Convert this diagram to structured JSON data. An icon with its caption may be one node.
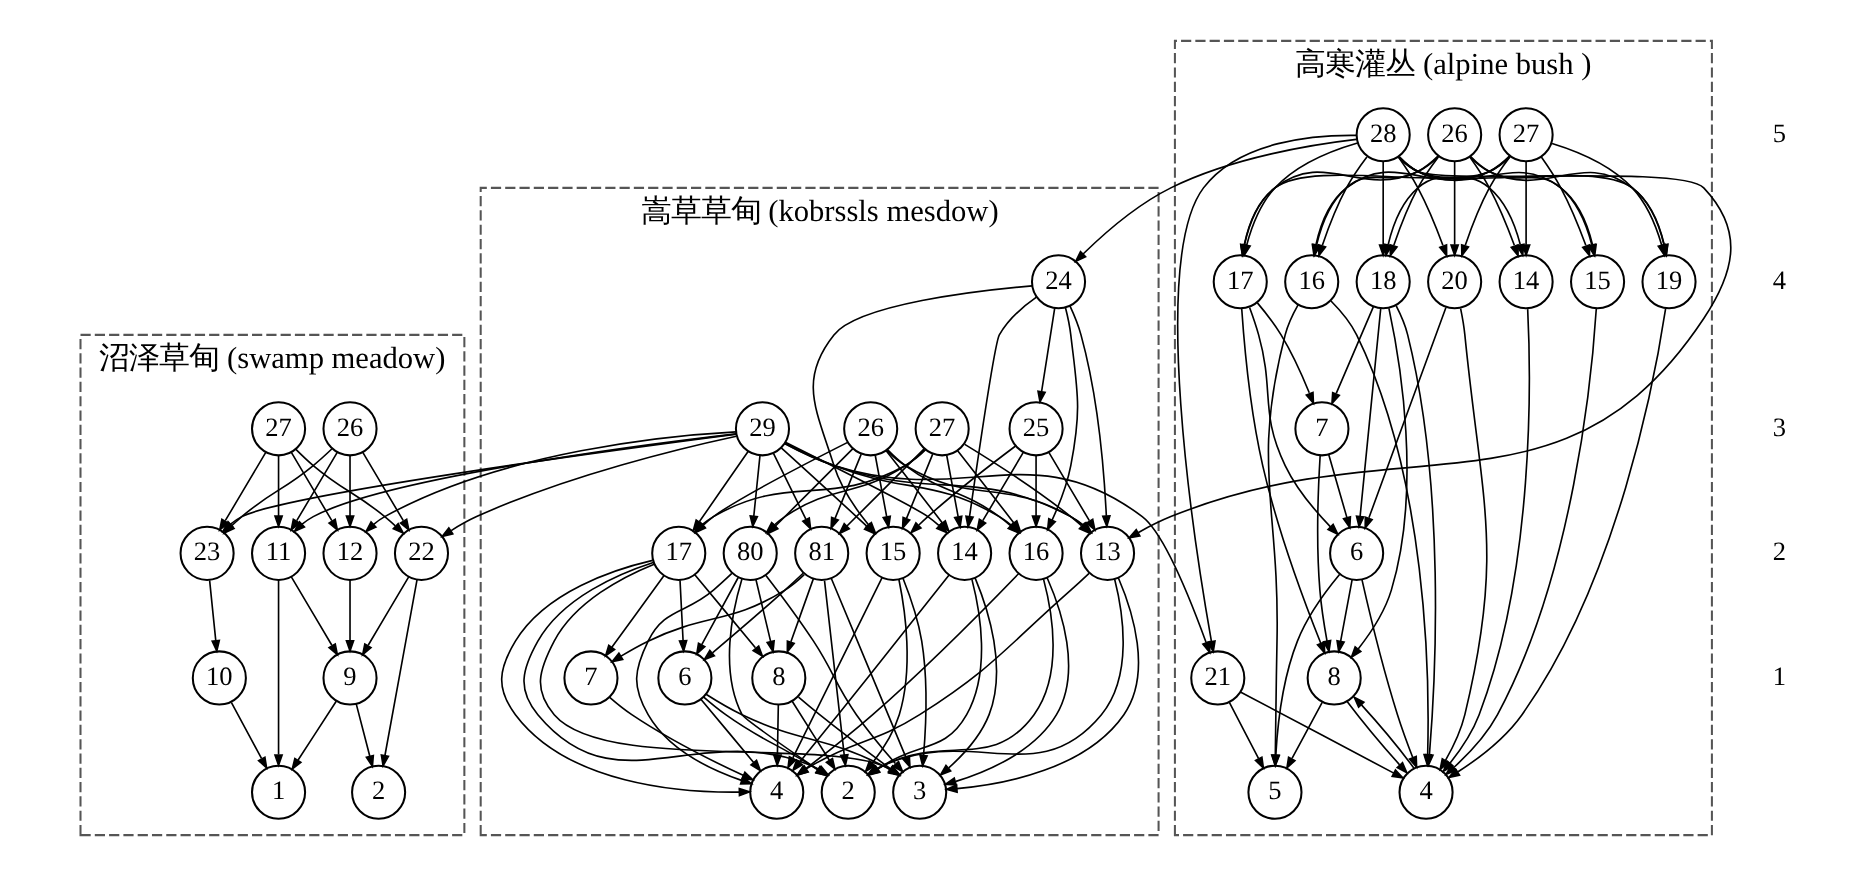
{
  "diagram": {
    "nodes": [
      {
        "text": [
          "沼泽草甸 (swamp meadow)"
        ]
      },
      {
        "text": [
          "26"
        ],
        "in": 0
      },
      {
        "text": [
          "27"
        ],
        "in": 0
      },
      {
        "text": [
          "12"
        ],
        "in": 0
      },
      {
        "text": [
          "23"
        ],
        "in": 0
      },
      {
        "text": [
          "11"
        ],
        "in": 0
      },
      {
        "text": [
          "22"
        ],
        "in": 0
      },
      {
        "text": [
          "9"
        ],
        "in": 0
      },
      {
        "text": [
          "10"
        ],
        "in": 0
      },
      {
        "text": [
          "2"
        ],
        "in": 0
      },
      {
        "text": [
          "1"
        ],
        "in": 0
      },
      {
        "text": [
          "嵩草草甸 (kobrssls mesdow)"
        ]
      },
      {
        "text": [
          "29"
        ],
        "in": 11
      },
      {
        "text": [
          "24"
        ],
        "in": 11
      },
      {
        "text": [
          "25"
        ],
        "in": 11
      },
      {
        "text": [
          "26"
        ],
        "in": 11
      },
      {
        "text": [
          "27"
        ],
        "in": 11
      },
      {
        "text": [
          "13"
        ],
        "in": 11
      },
      {
        "text": [
          "14"
        ],
        "in": 11
      },
      {
        "text": [
          "15"
        ],
        "in": 11
      },
      {
        "text": [
          "16"
        ],
        "in": 11
      },
      {
        "text": [
          "17"
        ],
        "in": 11
      },
      {
        "text": [
          "80"
        ],
        "in": 11
      },
      {
        "text": [
          "81"
        ],
        "in": 11
      },
      {
        "text": [
          "7"
        ],
        "in": 11
      },
      {
        "text": [
          "6"
        ],
        "in": 11
      },
      {
        "text": [
          "8"
        ],
        "in": 11
      },
      {
        "text": [
          "2"
        ],
        "in": 11
      },
      {
        "text": [
          "3"
        ],
        "in": 11
      },
      {
        "text": [
          "4"
        ],
        "in": 11
      },
      {
        "text": [
          "高寒灌丛 (alpine bush )"
        ]
      },
      {
        "text": [
          "28"
        ],
        "in": 30
      },
      {
        "text": [
          "26"
        ],
        "in": 30
      },
      {
        "text": [
          "27"
        ],
        "in": 30
      },
      {
        "text": [
          "21"
        ],
        "in": 30
      },
      {
        "text": [
          "20"
        ],
        "in": 30
      },
      {
        "text": [
          "16"
        ],
        "in": 30
      },
      {
        "text": [
          "19"
        ],
        "in": 30
      },
      {
        "text": [
          "17"
        ],
        "in": 30
      },
      {
        "text": [
          "18"
        ],
        "in": 30
      },
      {
        "text": [
          "14"
        ],
        "in": 30
      },
      {
        "text": [
          "15"
        ],
        "in": 30
      },
      {
        "text": [
          "7"
        ],
        "in": 30
      },
      {
        "text": [
          "6"
        ],
        "in": 30
      },
      {
        "text": [
          "8"
        ],
        "in": 30
      },
      {
        "text": [
          "5"
        ],
        "in": 30
      },
      {
        "text": [
          "4"
        ],
        "in": 30
      }
    ],
    "edges": [
      {
        "from": 1,
        "to": 3,
        "arrow": "to"
      },
      {
        "from": 1,
        "to": 4,
        "arrow": "to"
      },
      {
        "from": 1,
        "to": 5,
        "arrow": "to"
      },
      {
        "from": 1,
        "to": 6,
        "arrow": "to"
      },
      {
        "from": 2,
        "to": 3,
        "arrow": "to"
      },
      {
        "from": 2,
        "to": 4,
        "arrow": "to"
      },
      {
        "from": 2,
        "to": 5,
        "arrow": "to"
      },
      {
        "from": 2,
        "to": 6,
        "arrow": "to"
      },
      {
        "from": 12,
        "to": 3,
        "arrow": "to"
      },
      {
        "from": 12,
        "to": 4,
        "arrow": "to"
      },
      {
        "from": 12,
        "to": 5,
        "arrow": "to"
      },
      {
        "from": 12,
        "to": 6,
        "arrow": "to"
      },
      {
        "from": 3,
        "to": 7,
        "arrow": "to"
      },
      {
        "from": 4,
        "to": 8,
        "arrow": "to"
      },
      {
        "from": 5,
        "to": 7,
        "arrow": "to"
      },
      {
        "from": 6,
        "to": 7,
        "arrow": "to"
      },
      {
        "from": 5,
        "to": 10,
        "arrow": "to"
      },
      {
        "from": 6,
        "to": 9,
        "arrow": "to"
      },
      {
        "from": 7,
        "to": 9,
        "arrow": "to"
      },
      {
        "from": 7,
        "to": 10,
        "arrow": "to"
      },
      {
        "from": 8,
        "to": 10,
        "arrow": "to"
      },
      {
        "from": 12,
        "to": 17,
        "arrow": "to"
      },
      {
        "from": 31,
        "to": 17,
        "arrow": "to"
      },
      {
        "from": 31,
        "to": 13,
        "arrow": "to"
      },
      {
        "from": 12,
        "to": 18,
        "arrow": "to"
      },
      {
        "from": 12,
        "to": 19,
        "arrow": "to"
      },
      {
        "from": 12,
        "to": 20,
        "arrow": "to"
      },
      {
        "from": 12,
        "to": 21,
        "arrow": "to"
      },
      {
        "from": 12,
        "to": 22,
        "arrow": "to"
      },
      {
        "from": 12,
        "to": 23,
        "arrow": "to"
      },
      {
        "from": 12,
        "to": 34,
        "arrow": "to"
      },
      {
        "from": 13,
        "to": 14,
        "arrow": "to"
      },
      {
        "from": 13,
        "to": 17,
        "arrow": "to"
      },
      {
        "from": 13,
        "to": 18,
        "arrow": "to"
      },
      {
        "from": 13,
        "to": 19,
        "arrow": "to"
      },
      {
        "from": 13,
        "to": 20,
        "arrow": "to"
      },
      {
        "from": 14,
        "to": 17,
        "arrow": "to"
      },
      {
        "from": 14,
        "to": 18,
        "arrow": "to"
      },
      {
        "from": 14,
        "to": 19,
        "arrow": "to"
      },
      {
        "from": 14,
        "to": 20,
        "arrow": "to"
      },
      {
        "from": 15,
        "to": 17,
        "arrow": "to"
      },
      {
        "from": 15,
        "to": 18,
        "arrow": "to"
      },
      {
        "from": 15,
        "to": 19,
        "arrow": "to"
      },
      {
        "from": 15,
        "to": 20,
        "arrow": "to"
      },
      {
        "from": 15,
        "to": 21,
        "arrow": "to"
      },
      {
        "from": 15,
        "to": 22,
        "arrow": "to"
      },
      {
        "from": 15,
        "to": 23,
        "arrow": "to"
      },
      {
        "from": 16,
        "to": 17,
        "arrow": "to"
      },
      {
        "from": 16,
        "to": 18,
        "arrow": "to"
      },
      {
        "from": 16,
        "to": 19,
        "arrow": "to"
      },
      {
        "from": 16,
        "to": 20,
        "arrow": "to"
      },
      {
        "from": 16,
        "to": 21,
        "arrow": "to"
      },
      {
        "from": 16,
        "to": 22,
        "arrow": "to"
      },
      {
        "from": 16,
        "to": 23,
        "arrow": "to"
      },
      {
        "from": 17,
        "to": 27,
        "arrow": "to"
      },
      {
        "from": 17,
        "to": 28,
        "arrow": "to"
      },
      {
        "from": 17,
        "to": 29,
        "arrow": "to"
      },
      {
        "from": 18,
        "to": 27,
        "arrow": "to"
      },
      {
        "from": 18,
        "to": 28,
        "arrow": "to"
      },
      {
        "from": 18,
        "to": 29,
        "arrow": "to"
      },
      {
        "from": 19,
        "to": 27,
        "arrow": "to"
      },
      {
        "from": 19,
        "to": 28,
        "arrow": "to"
      },
      {
        "from": 19,
        "to": 29,
        "arrow": "to"
      },
      {
        "from": 20,
        "to": 27,
        "arrow": "to"
      },
      {
        "from": 20,
        "to": 28,
        "arrow": "to"
      },
      {
        "from": 20,
        "to": 29,
        "arrow": "to"
      },
      {
        "from": 21,
        "to": 27,
        "arrow": "to"
      },
      {
        "from": 21,
        "to": 28,
        "arrow": "to"
      },
      {
        "from": 21,
        "to": 29,
        "arrow": "to"
      },
      {
        "from": 21,
        "to": 24,
        "arrow": "to"
      },
      {
        "from": 21,
        "to": 25,
        "arrow": "to"
      },
      {
        "from": 21,
        "to": 26,
        "arrow": "to"
      },
      {
        "from": 22,
        "to": 27,
        "arrow": "to"
      },
      {
        "from": 22,
        "to": 28,
        "arrow": "to"
      },
      {
        "from": 22,
        "to": 25,
        "arrow": "to"
      },
      {
        "from": 22,
        "to": 29,
        "arrow": "to"
      },
      {
        "from": 22,
        "to": 26,
        "arrow": "to"
      },
      {
        "from": 23,
        "to": 28,
        "arrow": "to"
      },
      {
        "from": 23,
        "to": 24,
        "arrow": "to"
      },
      {
        "from": 23,
        "to": 25,
        "arrow": "to"
      },
      {
        "from": 23,
        "to": 26,
        "arrow": "to"
      },
      {
        "from": 23,
        "to": 27,
        "arrow": "to"
      },
      {
        "from": 24,
        "to": 29,
        "arrow": "to"
      },
      {
        "from": 25,
        "to": 27,
        "arrow": "to"
      },
      {
        "from": 25,
        "to": 28,
        "arrow": "to"
      },
      {
        "from": 25,
        "to": 29,
        "arrow": "to"
      },
      {
        "from": 26,
        "to": 29,
        "arrow": "to"
      },
      {
        "from": 26,
        "to": 28,
        "arrow": "to"
      },
      {
        "from": 26,
        "to": 27,
        "arrow": "to"
      },
      {
        "from": 31,
        "to": 34,
        "arrow": "to"
      },
      {
        "from": 31,
        "to": 35,
        "arrow": "to"
      },
      {
        "from": 31,
        "to": 36,
        "arrow": "to"
      },
      {
        "from": 31,
        "to": 37,
        "arrow": "to"
      },
      {
        "from": 31,
        "to": 38,
        "arrow": "to"
      },
      {
        "from": 31,
        "to": 39,
        "arrow": "to"
      },
      {
        "from": 31,
        "to": 40,
        "arrow": "to"
      },
      {
        "from": 31,
        "to": 41,
        "arrow": "to"
      },
      {
        "from": 32,
        "to": 35,
        "arrow": "to"
      },
      {
        "from": 32,
        "to": 36,
        "arrow": "to"
      },
      {
        "from": 32,
        "to": 37,
        "arrow": "to"
      },
      {
        "from": 32,
        "to": 38,
        "arrow": "to"
      },
      {
        "from": 32,
        "to": 39,
        "arrow": "to"
      },
      {
        "from": 32,
        "to": 40,
        "arrow": "to"
      },
      {
        "from": 32,
        "to": 41,
        "arrow": "to"
      },
      {
        "from": 33,
        "to": 35,
        "arrow": "to"
      },
      {
        "from": 33,
        "to": 36,
        "arrow": "to"
      },
      {
        "from": 33,
        "to": 37,
        "arrow": "to"
      },
      {
        "from": 33,
        "to": 38,
        "arrow": "to"
      },
      {
        "from": 33,
        "to": 39,
        "arrow": "to"
      },
      {
        "from": 33,
        "to": 40,
        "arrow": "to"
      },
      {
        "from": 33,
        "to": 41,
        "arrow": "to"
      },
      {
        "from": 34,
        "to": 45,
        "arrow": "to"
      },
      {
        "from": 34,
        "to": 46,
        "arrow": "to"
      },
      {
        "from": 35,
        "to": 43,
        "arrow": "to"
      },
      {
        "from": 35,
        "to": 46,
        "arrow": "to"
      },
      {
        "from": 36,
        "to": 45,
        "arrow": "to"
      },
      {
        "from": 36,
        "to": 46,
        "arrow": "to"
      },
      {
        "from": 37,
        "to": 46,
        "arrow": "to"
      },
      {
        "from": 38,
        "to": 43,
        "arrow": "to"
      },
      {
        "from": 38,
        "to": 42,
        "arrow": "to"
      },
      {
        "from": 38,
        "to": 44,
        "arrow": "to"
      },
      {
        "from": 39,
        "to": 42,
        "arrow": "to"
      },
      {
        "from": 39,
        "to": 44,
        "arrow": "to"
      },
      {
        "from": 39,
        "to": 43,
        "arrow": "to"
      },
      {
        "from": 39,
        "to": 46,
        "arrow": "to"
      },
      {
        "from": 40,
        "to": 46,
        "arrow": "to"
      },
      {
        "from": 41,
        "to": 46,
        "arrow": "to"
      },
      {
        "from": 42,
        "to": 44,
        "arrow": "to"
      },
      {
        "from": 42,
        "to": 43,
        "arrow": "to"
      },
      {
        "from": 43,
        "to": 45,
        "arrow": "to"
      },
      {
        "from": 43,
        "to": 46,
        "arrow": "to"
      },
      {
        "from": 43,
        "to": 44,
        "arrow": "to"
      },
      {
        "from": 44,
        "to": 45,
        "arrow": "to"
      },
      {
        "from": 44,
        "to": 46,
        "arrow": "to"
      },
      {
        "from": 46,
        "to": 44,
        "arrow": "to"
      }
    ],
    "labels": [
      "5",
      "4",
      "3",
      "2",
      "1"
    ]
  }
}
